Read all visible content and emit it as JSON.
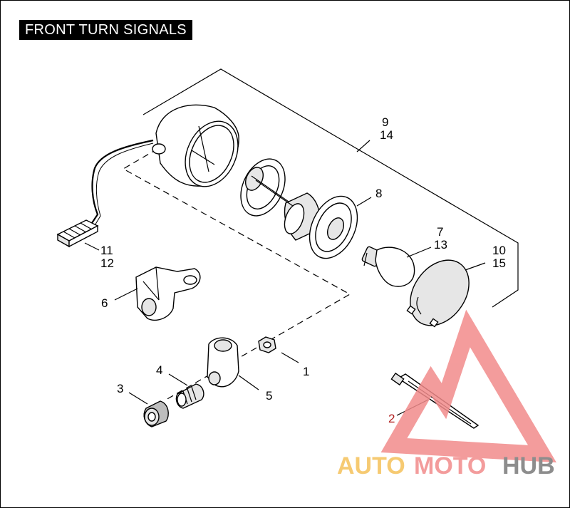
{
  "title": "FRONT TURN SIGNALS",
  "callouts": {
    "c1": "1",
    "c2": "2",
    "c3": "3",
    "c4": "4",
    "c5": "5",
    "c6": "6",
    "c7": "7",
    "c8": "8",
    "c9": "9",
    "c10": "10",
    "c11": "11",
    "c12": "12",
    "c13": "13",
    "c14": "14",
    "c15": "15"
  },
  "watermark": {
    "auto": "AUTO",
    "moto": "MOTO",
    "hub": "HUB",
    "colors": {
      "auto": "#f5c15a",
      "moto": "#f28b8b",
      "hub": "#7a7a7a",
      "triangle": "#f28b8b"
    }
  }
}
